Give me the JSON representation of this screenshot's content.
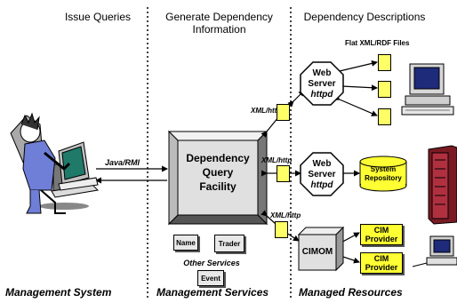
{
  "columns": {
    "issue": "Issue Queries",
    "generate_line1": "Generate Dependency",
    "generate_line2": "Information",
    "descriptions": "Dependency Descriptions"
  },
  "footer": {
    "left": "Management System",
    "middle": "Management Services",
    "right": "Managed Resources"
  },
  "core": {
    "line1": "Dependency",
    "line2": "Query",
    "line3": "Facility"
  },
  "links": {
    "java_rmi": "Java/RMI",
    "xml_http_1": "XML/http",
    "xml_http_2": "XML/http",
    "xml_http_3": "XML/http"
  },
  "flat_files": "Flat XML/RDF Files",
  "web_server_1": {
    "line1": "Web",
    "line2": "Server",
    "line3": "httpd"
  },
  "web_server_2": {
    "line1": "Web",
    "line2": "Server",
    "line3": "httpd"
  },
  "system_repository": {
    "line1": "System",
    "line2": "Repository"
  },
  "cimom": "CIMOM",
  "cim_provider_1": {
    "line1": "CIM",
    "line2": "Provider"
  },
  "cim_provider_2": {
    "line1": "CIM",
    "line2": "Provider"
  },
  "services": {
    "name": "Name",
    "trader": "Trader",
    "event": "Event",
    "caption": "Other Services"
  },
  "colors": {
    "yellow": "#ffff33",
    "box_gray": "#e0e0e0",
    "person_blue": "#6f7fd8"
  }
}
